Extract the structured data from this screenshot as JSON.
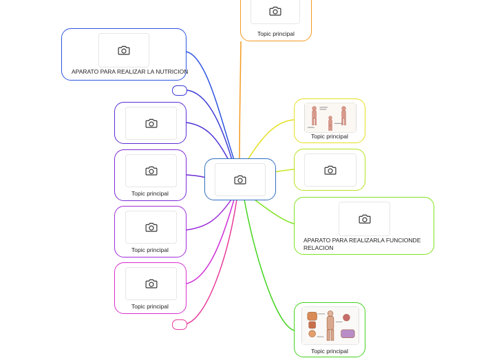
{
  "nodes": {
    "top": {
      "label": "Topic principal"
    },
    "nutricion": {
      "label": "APARATO PARA REALIZAR LA NUTRICION"
    },
    "left2": {
      "label": ""
    },
    "left3": {
      "label": "Topic principal"
    },
    "left4": {
      "label": "Topic principal"
    },
    "left5": {
      "label": "Topic principal"
    },
    "right1": {
      "label": "Topic principal"
    },
    "relacion": {
      "label_line1": "APARATO PARA REALIZARLA FUNCIONDE",
      "label_line2": "RELACION"
    },
    "right4": {
      "label": "Topic principal"
    }
  },
  "icons": {
    "image": "camera-icon"
  },
  "colors": {
    "center": "#2f6fbf",
    "top": "#f39a1e",
    "nutricion": "#2c53e0",
    "blue2": "#3b3ad8",
    "purple1": "#6a2bd4",
    "purple2": "#8a2bd9",
    "magenta1": "#b62ed8",
    "magenta2": "#e02fc9",
    "pink": "#e83a9b",
    "yellow": "#e6df1e",
    "lime": "#a9e21f",
    "green1": "#7ee31e",
    "green2": "#44d31e"
  }
}
